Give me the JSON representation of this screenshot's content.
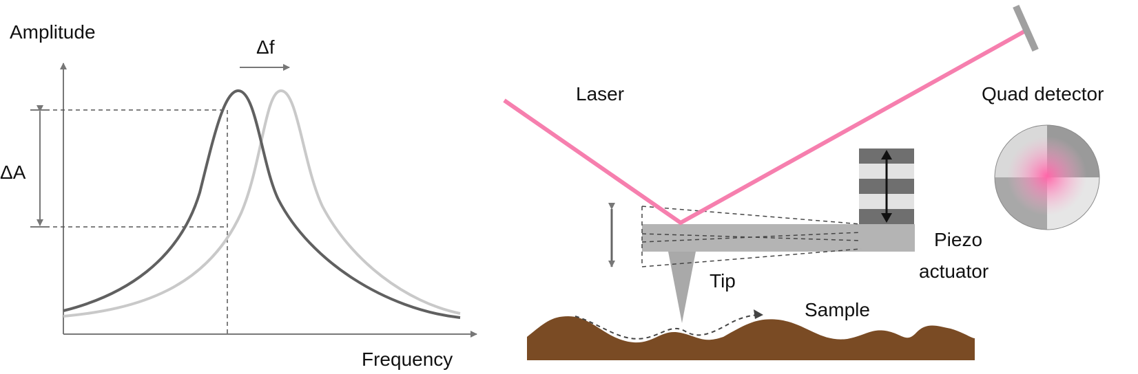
{
  "plot": {
    "y_label": "Amplitude",
    "x_label": "Frequency",
    "delta_f_label": "Δf",
    "delta_a_label": "ΔA"
  },
  "diagram": {
    "laser_label": "Laser",
    "quad_detector_label": "Quad detector",
    "piezo_label_line1": "Piezo",
    "piezo_label_line2": "actuator",
    "tip_label": "Tip",
    "sample_label": "Sample"
  },
  "colors": {
    "laser": "#f67fae",
    "sample": "#7a4b24",
    "dark_curve": "#606060",
    "light_curve": "#c9c9c9",
    "cantilever": "#b4b4b4",
    "axis": "#777777"
  }
}
